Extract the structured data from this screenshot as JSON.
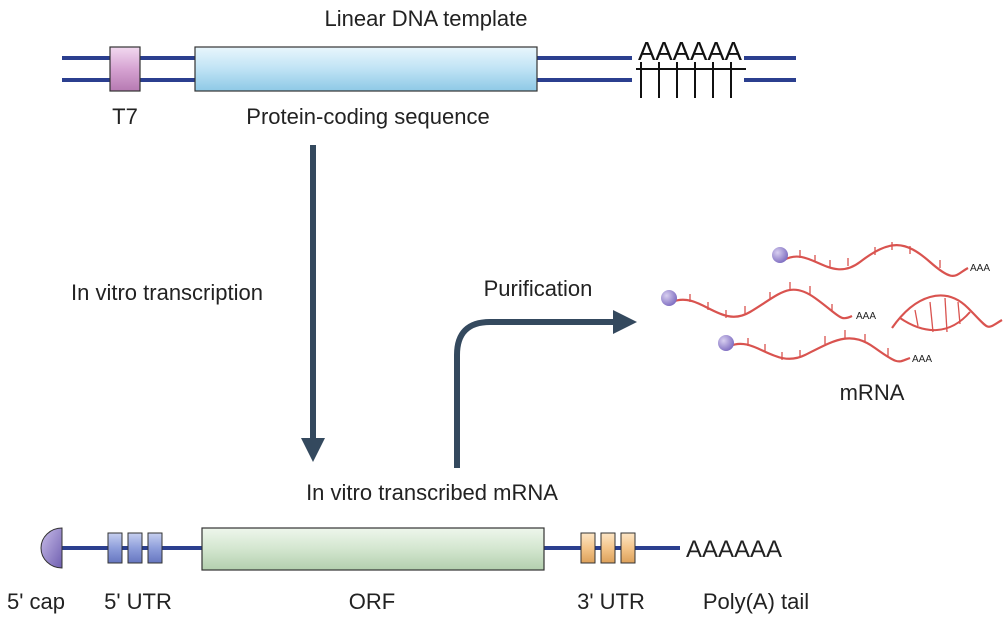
{
  "dna_template": {
    "title": "Linear DNA template",
    "promoter_label": "T7",
    "coding_label": "Protein-coding sequence",
    "polyA_sequence": "AAAAAA"
  },
  "process": {
    "transcription_label": "In vitro transcription",
    "purification_label": "Purification"
  },
  "mrna_products": {
    "label": "mRNA",
    "tail_text": "AAA"
  },
  "mrna_construct": {
    "title": "In vitro transcribed mRNA",
    "cap_label": "5' cap",
    "utr5_label": "5' UTR",
    "orf_label": "ORF",
    "utr3_label": "3' UTR",
    "polyA_label": "Poly(A) tail",
    "polyA_sequence": "AAAAAA"
  },
  "colors": {
    "strand": "#2b3f8f",
    "arrow": "#34495e",
    "cds_fill": "#bfe3f5",
    "orf_fill": "#d5e8d4",
    "promoter_fill": "#d8a8d4",
    "utr5_fill": "#8fa0d8",
    "utr3_fill": "#f5c98f",
    "mrna_red": "#d9534f",
    "cap_fill": "#8d7ec4"
  }
}
